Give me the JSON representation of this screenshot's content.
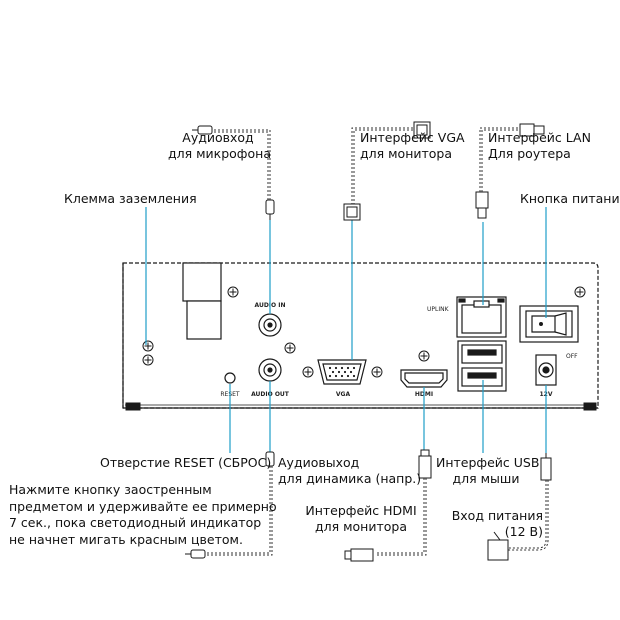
{
  "labels": {
    "audio_in": [
      "Аудиовход",
      "для микрофона"
    ],
    "vga_interface": [
      "Интерфейс VGA",
      "для монитора"
    ],
    "lan_interface": [
      "Интерфейс LAN",
      "Для роутера"
    ],
    "ground_terminal": "Клемма заземления",
    "power_button": "Кнопка питания",
    "reset_hole": "Отверстие RESET (СБРОС)",
    "reset_note": [
      "Нажмите кнопку заостренным",
      "предметом и удерживайте ее примерно",
      "7 сек., пока светодиодный индикатор",
      "не начнет мигать красным цветом."
    ],
    "audio_out": [
      "Аудиовыход",
      "для динамика (напр.)"
    ],
    "usb_interface": [
      "Интерфейс USB",
      "для мыши"
    ],
    "hdmi_interface": [
      "Интерфейс HDMI",
      "для монитора"
    ],
    "power_input": [
      "Вход питания",
      "(12 В)"
    ]
  },
  "panel": {
    "audio_in": "AUDIO IN",
    "audio_out": "AUDIO OUT",
    "vga": "VGA",
    "hdmi": "HDMI",
    "reset": "RESET",
    "uplink": "UPLINK",
    "off": "OFF",
    "dc": "12V"
  },
  "colors": {
    "leader_line": "#1e9ec9",
    "outline": "#1a1a1a",
    "cable_dash": "#333333"
  }
}
